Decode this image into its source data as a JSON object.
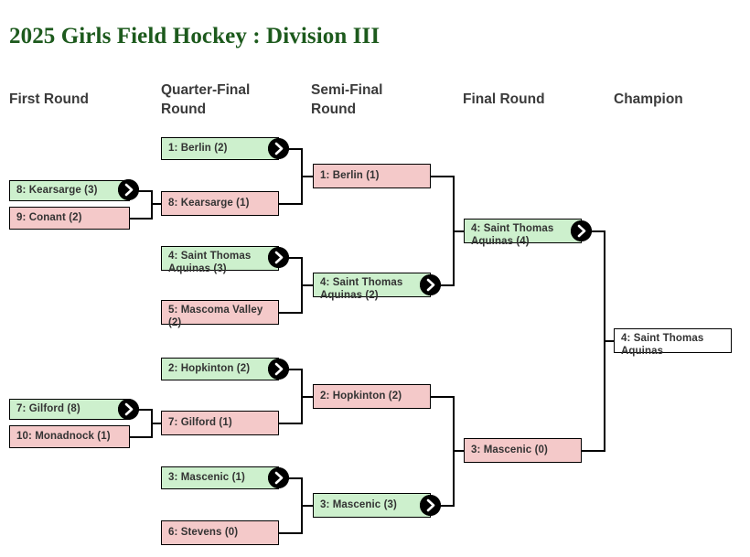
{
  "title": "2025 Girls Field Hockey : Division III",
  "theme": {
    "title_color": "#1d5a1d",
    "winner_fill": "#cdf0cd",
    "loser_fill": "#f4c9c9",
    "champion_fill": "#ffffff",
    "border_color": "#000000",
    "text_color": "#333333",
    "header_color": "#3b3b3b"
  },
  "headers": [
    {
      "label": "First Round"
    },
    {
      "label": "Quarter-Final Round"
    },
    {
      "label": "Semi-Final Round"
    },
    {
      "label": "Final Round"
    },
    {
      "label": "Champion"
    }
  ],
  "icons": {
    "advance": "advance-arrow-icon"
  },
  "rounds": {
    "first_round": [
      {
        "label": "8: Kearsarge (3)",
        "seed": 8,
        "team": "Kearsarge",
        "score": 3,
        "result": "win"
      },
      {
        "label": "9: Conant (2)",
        "seed": 9,
        "team": "Conant",
        "score": 2,
        "result": "lose"
      },
      {
        "label": "7: Gilford (8)",
        "seed": 7,
        "team": "Gilford",
        "score": 8,
        "result": "win"
      },
      {
        "label": "10: Monadnock (1)",
        "seed": 10,
        "team": "Monadnock",
        "score": 1,
        "result": "lose"
      }
    ],
    "quarter_final": [
      {
        "label": "1: Berlin (2)",
        "seed": 1,
        "team": "Berlin",
        "score": 2,
        "result": "win"
      },
      {
        "label": "8: Kearsarge (1)",
        "seed": 8,
        "team": "Kearsarge",
        "score": 1,
        "result": "lose"
      },
      {
        "label": "4: Saint Thomas Aquinas (3)",
        "seed": 4,
        "team": "Saint Thomas Aquinas",
        "score": 3,
        "result": "win"
      },
      {
        "label": "5: Mascoma Valley (2)",
        "seed": 5,
        "team": "Mascoma Valley",
        "score": 2,
        "result": "lose"
      },
      {
        "label": "2: Hopkinton (2)",
        "seed": 2,
        "team": "Hopkinton",
        "score": 2,
        "result": "win"
      },
      {
        "label": "7: Gilford (1)",
        "seed": 7,
        "team": "Gilford",
        "score": 1,
        "result": "lose"
      },
      {
        "label": "3: Mascenic (1)",
        "seed": 3,
        "team": "Mascenic",
        "score": 1,
        "result": "win"
      },
      {
        "label": "6: Stevens (0)",
        "seed": 6,
        "team": "Stevens",
        "score": 0,
        "result": "lose"
      }
    ],
    "semi_final": [
      {
        "label": "1: Berlin (1)",
        "seed": 1,
        "team": "Berlin",
        "score": 1,
        "result": "lose"
      },
      {
        "label": "4: Saint Thomas Aquinas (2)",
        "seed": 4,
        "team": "Saint Thomas Aquinas",
        "score": 2,
        "result": "win"
      },
      {
        "label": "2: Hopkinton (2)",
        "seed": 2,
        "team": "Hopkinton",
        "score": 2,
        "result": "lose"
      },
      {
        "label": "3: Mascenic (3)",
        "seed": 3,
        "team": "Mascenic",
        "score": 3,
        "result": "win"
      }
    ],
    "final_round": [
      {
        "label": "4: Saint Thomas Aquinas (4)",
        "seed": 4,
        "team": "Saint Thomas Aquinas",
        "score": 4,
        "result": "win"
      },
      {
        "label": "3: Mascenic (0)",
        "seed": 3,
        "team": "Mascenic",
        "score": 0,
        "result": "lose"
      }
    ],
    "champion": [
      {
        "label": "4: Saint Thomas Aquinas",
        "seed": 4,
        "team": "Saint Thomas Aquinas",
        "result": "champion"
      }
    ]
  }
}
